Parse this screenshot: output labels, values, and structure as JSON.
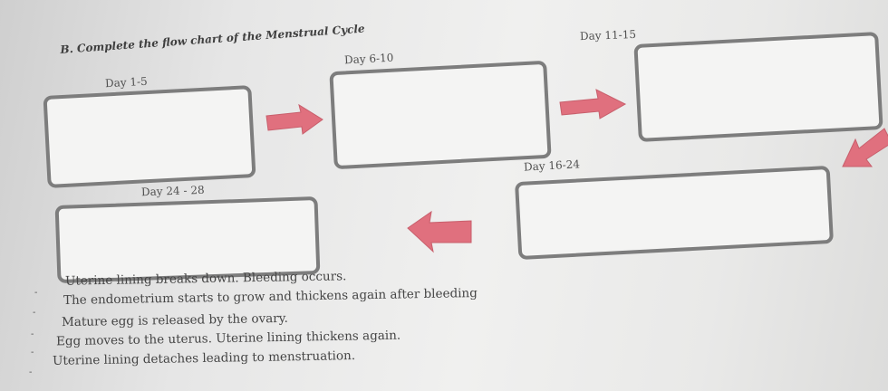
{
  "worksheet": {
    "title": "B. Complete the flow chart of the Menstrual Cycle",
    "stages": [
      {
        "label": "Day 1-5"
      },
      {
        "label": "Day 6-10"
      },
      {
        "label": "Day 11-15"
      },
      {
        "label": "Day 16-24"
      },
      {
        "label": "Day 24 - 28"
      }
    ],
    "choices": [
      "Uterine lining breaks down. Bleeding occurs.",
      "The endometrium starts to grow and thickens again after bleeding",
      "Mature egg is released by the ovary.",
      "Egg moves to the uterus. Uterine lining thickens again.",
      "Uterine lining detaches leading to menstruation."
    ],
    "bullet": "-",
    "colors": {
      "arrow": "#e0707e",
      "box_border": "#7d7d7d"
    }
  }
}
